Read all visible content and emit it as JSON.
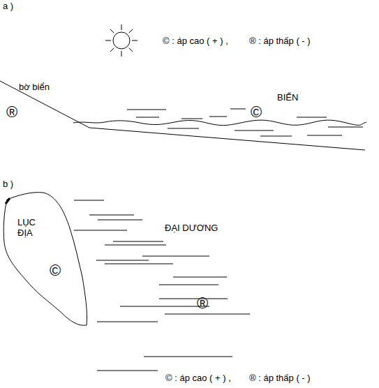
{
  "diagram": {
    "nodes": [
      {
        "text": [
          "LỤC ĐỊA",
          "©"
        ]
      }
    ],
    "labels": [
      "a )",
      "© : áp cao ( + ) ,",
      "® : áp thấp ( - )",
      "bờ biển",
      "®",
      "©",
      "BIỂN",
      "b )",
      "ĐẠI DƯƠNG",
      "®",
      "© : áp cao ( + ) ,",
      "® : áp thấp ( - )"
    ]
  }
}
